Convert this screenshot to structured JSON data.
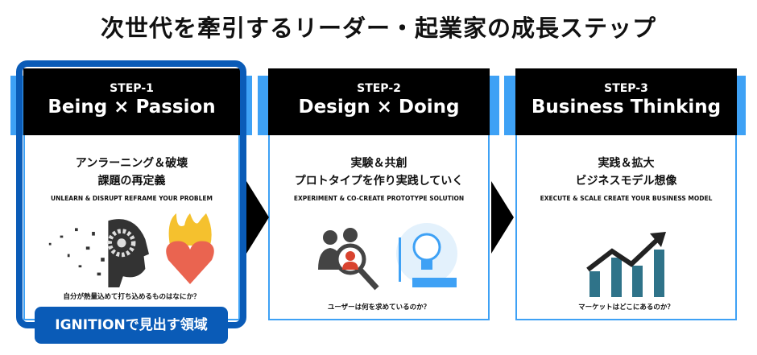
{
  "title": "次世代を牽引するリーダー・起業家の成長ステップ",
  "steps": [
    {
      "step": "STEP-1",
      "name": "Being × Passion",
      "jp1": "アンラーニング＆破壊",
      "jp2": "課題の再定義",
      "en": "UNLEARN & DISRUPT REFRAME YOUR PROBLEM",
      "question": "自分が熱量込めて打ち込めるものはなにか？"
    },
    {
      "step": "STEP-2",
      "name": "Design × Doing",
      "jp1": "実験＆共創",
      "jp2": "プロトタイプを作り実践していく",
      "en": "EXPERIMENT & CO-CREATE PROTOTYPE SOLUTION",
      "question": "ユーザーは何を求めているのか？"
    },
    {
      "step": "STEP-3",
      "name": "Business Thinking",
      "jp1": "実践＆拡大",
      "jp2": "ビジネスモデル想像",
      "en": "EXECUTE & SCALE CREATE YOUR BUSINESS MODEL",
      "question": "マーケットはどこにあるのか？"
    }
  ],
  "highlight_label": "IGNITIONで見出す領域",
  "colors": {
    "accent": "#3ea1f5",
    "highlight": "#0a5bb7"
  }
}
